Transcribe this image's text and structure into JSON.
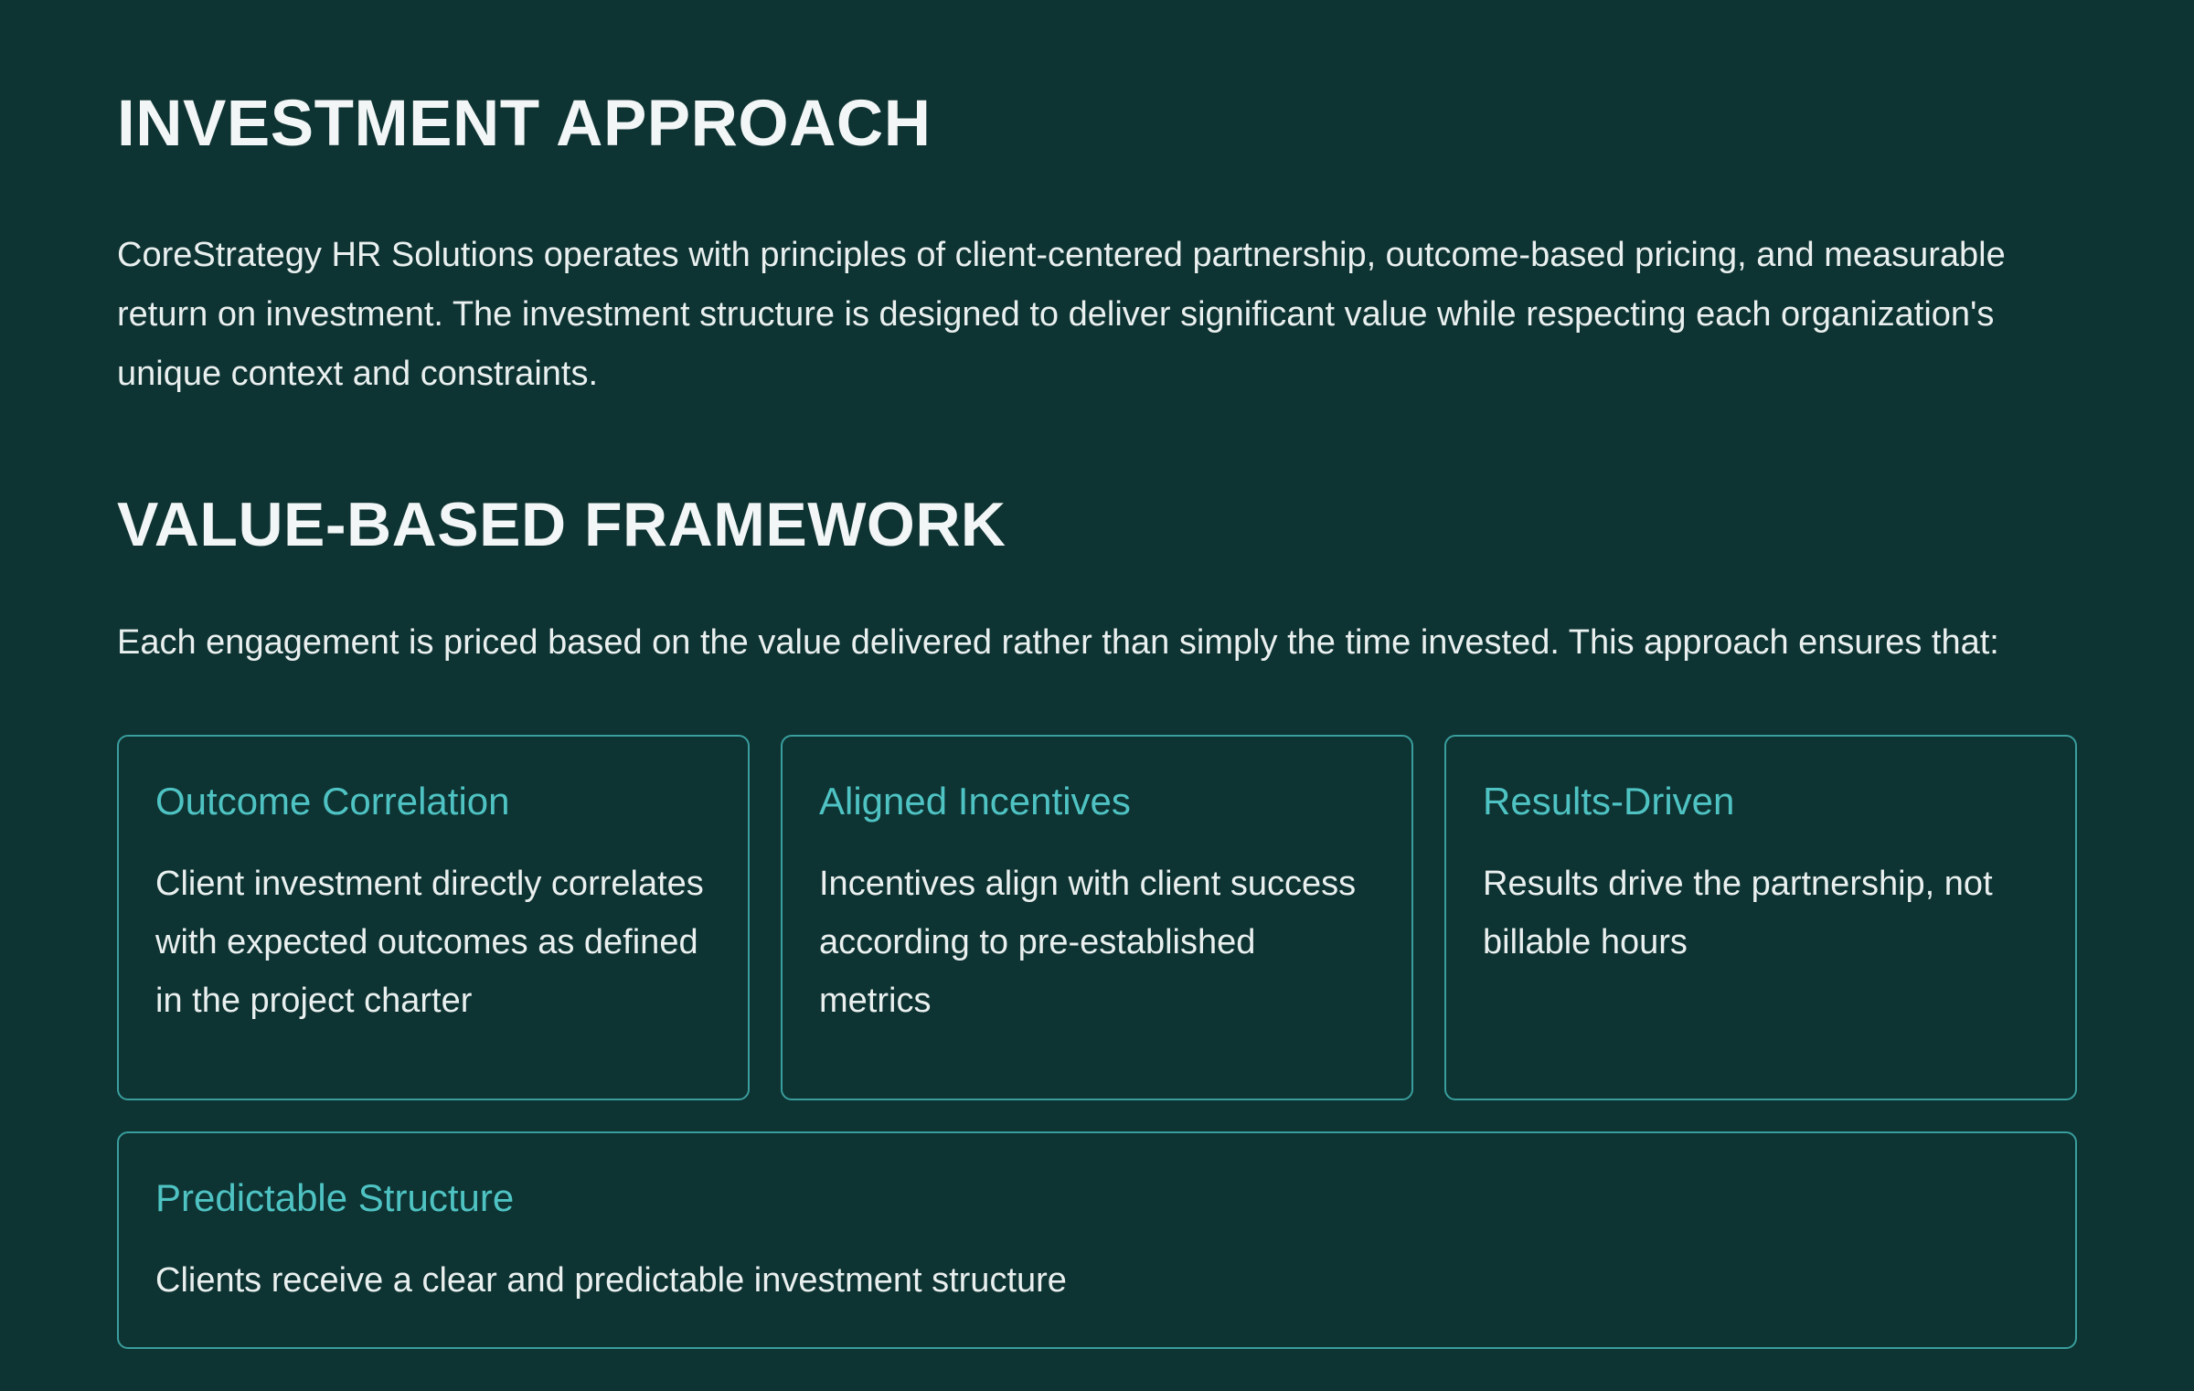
{
  "page": {
    "title": "INVESTMENT APPROACH",
    "intro": "CoreStrategy HR Solutions operates with principles of client-centered partnership, outcome-based pricing, and measurable return on investment. The investment structure is designed to deliver significant value while respecting each organization's unique context and constraints.",
    "section_title": "VALUE-BASED FRAMEWORK",
    "section_intro": "Each engagement is priced based on the value delivered rather than simply the time invested. This approach ensures that:",
    "cards": [
      {
        "title": "Outcome Correlation",
        "body": "Client investment directly correlates with expected outcomes as defined in the project charter"
      },
      {
        "title": "Aligned Incentives",
        "body": "Incentives align with client success according to pre-established metrics"
      },
      {
        "title": "Results-Driven",
        "body": "Results drive the partnership, not billable hours"
      },
      {
        "title": "Predictable Structure",
        "body": "Clients receive a clear and predictable investment structure"
      }
    ],
    "colors": {
      "background": "#0d3332",
      "card_border": "#3a9e9e",
      "card_title": "#4fc3c3",
      "text": "#e9f0ef",
      "heading": "#f2f6f6"
    }
  }
}
